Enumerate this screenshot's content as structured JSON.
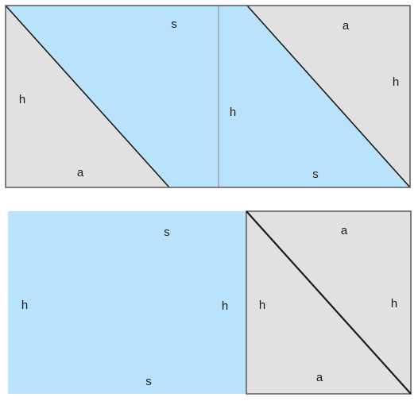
{
  "colors": {
    "blue": "#b9e3fc",
    "gray": "#e1e1e1",
    "edge": "#595959",
    "divider": "#9aa8b2"
  },
  "top": {
    "left_triangle": {
      "height_label": "h",
      "base_label": "a"
    },
    "middle": {
      "hyp_label_1": "s",
      "height_label": "h",
      "hyp_label_2": "s"
    },
    "right_triangle": {
      "base_label": "a",
      "height_label": "h"
    }
  },
  "bottom": {
    "blue_rectangle": {
      "top_label": "s",
      "left_label": "h",
      "right_label": "h",
      "bottom_label": "s"
    },
    "gray_square": {
      "top_label": "a",
      "left_label": "h",
      "right_label": "h",
      "bottom_label": "a"
    }
  }
}
